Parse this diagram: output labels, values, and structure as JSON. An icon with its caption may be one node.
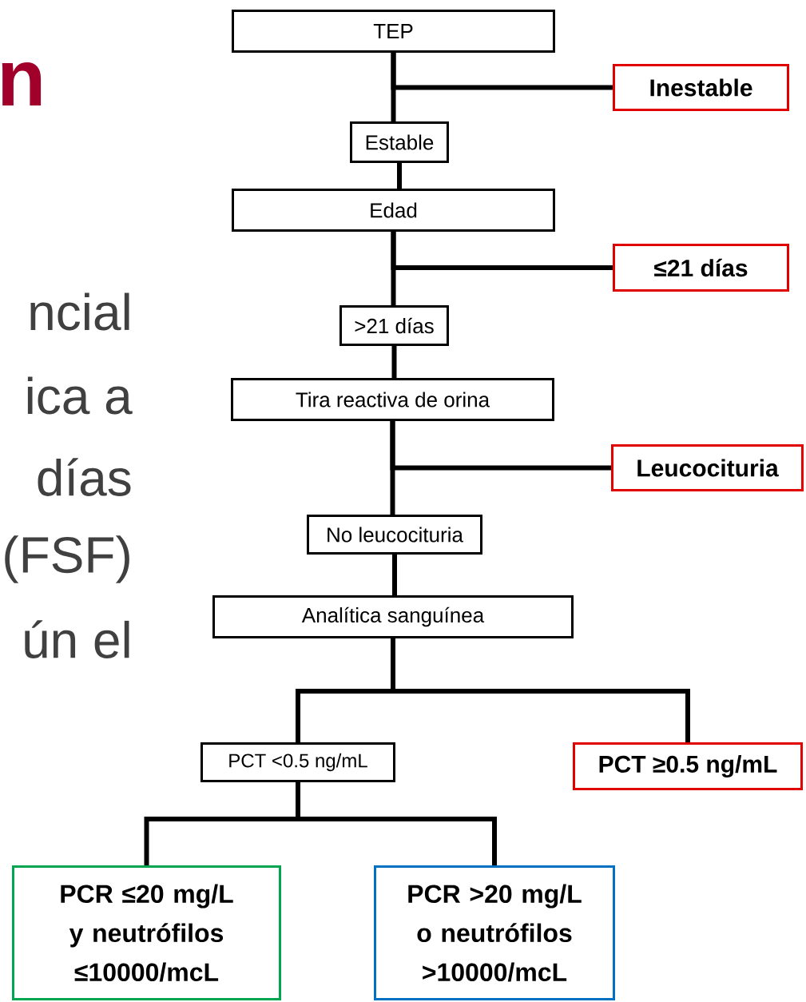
{
  "diagram": {
    "nodes": [
      {
        "text": [
          "TEP"
        ]
      },
      {
        "text": [
          "Inestable"
        ]
      },
      {
        "text": [
          "Estable"
        ]
      },
      {
        "text": [
          "Edad"
        ]
      },
      {
        "text": [
          "≤21 días"
        ]
      },
      {
        "text": [
          ">21 días"
        ]
      },
      {
        "text": [
          "Tira reactiva de orina"
        ]
      },
      {
        "text": [
          "Leucocituria"
        ]
      },
      {
        "text": [
          "No leucocituria"
        ]
      },
      {
        "text": [
          "Analítica sanguínea"
        ]
      },
      {
        "text": [
          "PCT <0.5 ng/mL"
        ]
      },
      {
        "text": [
          "PCT ≥0.5 ng/mL"
        ]
      },
      {
        "text": [
          "PCR ≤20 mg/L y neutrófilos ≤10000/mcL"
        ]
      },
      {
        "text": [
          "PCR >20 mg/L o neutrófilos >10000/mcL"
        ]
      }
    ],
    "edges": [
      {
        "from": 0,
        "to": 2,
        "arrow": "none"
      },
      {
        "from": 0,
        "to": 1,
        "arrow": "none"
      },
      {
        "from": 2,
        "to": 3,
        "arrow": "none"
      },
      {
        "from": 3,
        "to": 5,
        "arrow": "none"
      },
      {
        "from": 3,
        "to": 4,
        "arrow": "none"
      },
      {
        "from": 5,
        "to": 6,
        "arrow": "none"
      },
      {
        "from": 6,
        "to": 8,
        "arrow": "none"
      },
      {
        "from": 6,
        "to": 7,
        "arrow": "none"
      },
      {
        "from": 8,
        "to": 9,
        "arrow": "none"
      },
      {
        "from": 9,
        "to": 10,
        "arrow": "none"
      },
      {
        "from": 9,
        "to": 11,
        "arrow": "none"
      },
      {
        "from": 10,
        "to": 12,
        "arrow": "none"
      },
      {
        "from": 10,
        "to": 13,
        "arrow": "none"
      }
    ],
    "labels": [
      "n",
      "ncial",
      "ica a",
      "días",
      "(FSF)",
      "ún el"
    ]
  }
}
